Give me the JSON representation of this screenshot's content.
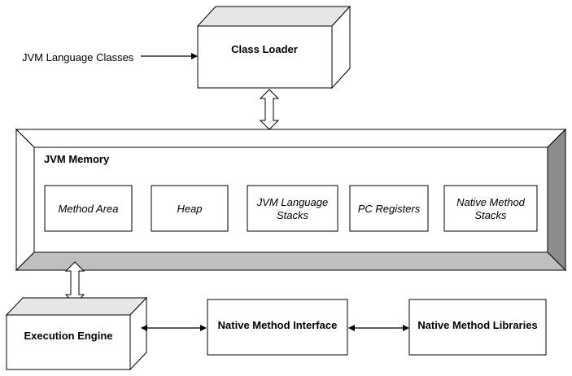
{
  "input_label": "JVM Language Classes",
  "class_loader": {
    "label": "Class Loader"
  },
  "jvm_memory": {
    "title": "JVM Memory",
    "areas": [
      {
        "lines": [
          "Method Area"
        ]
      },
      {
        "lines": [
          "Heap"
        ]
      },
      {
        "lines": [
          "JVM Language",
          "Stacks"
        ]
      },
      {
        "lines": [
          "PC Registers"
        ]
      },
      {
        "lines": [
          "Native Method",
          "Stacks"
        ]
      }
    ]
  },
  "execution_engine": {
    "label": "Execution Engine"
  },
  "native_method_interface": {
    "label": "Native Method Interface"
  },
  "native_method_libraries": {
    "label": "Native Method Libraries"
  },
  "colors": {
    "bevel_light": "#ffffff",
    "bevel_mid": "#e6e6e6",
    "bevel_dark": "#8c8c8c",
    "bevel_grey": "#bfbfbf",
    "line": "#000000"
  }
}
